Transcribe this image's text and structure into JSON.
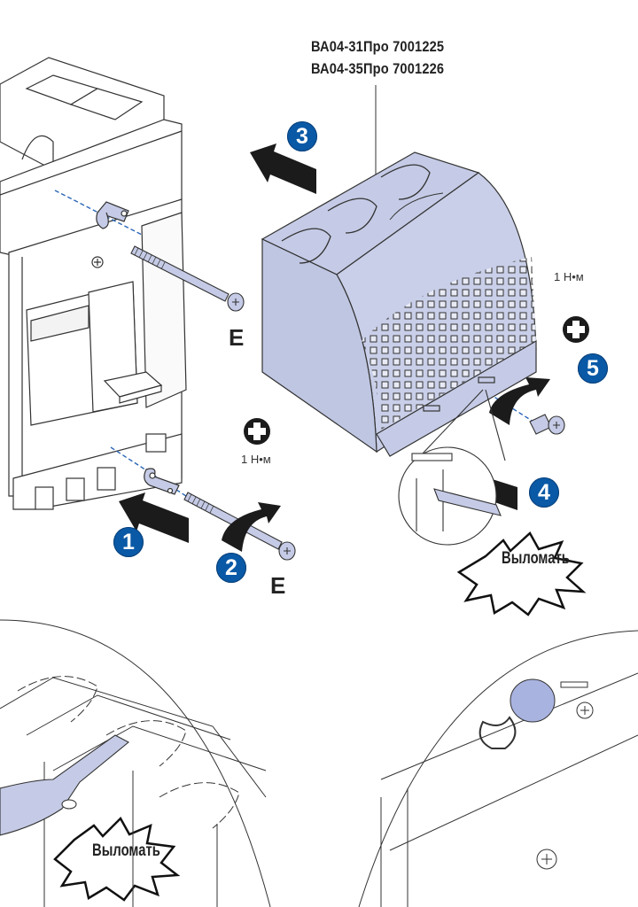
{
  "document": {
    "part_labels": [
      "ВА04-31Про 7001225",
      "ВА04-35Про 7001226"
    ],
    "torque_labels": {
      "upper_right": "1 Н•м",
      "center_left": "1 Н•м"
    },
    "steps": [
      {
        "number": "1",
        "meaning": "push bracket in direction of arrow"
      },
      {
        "number": "2",
        "meaning": "tighten screw"
      },
      {
        "number": "3",
        "meaning": "slide cover in direction of arrow"
      },
      {
        "number": "4",
        "meaning": "break out tab"
      },
      {
        "number": "5",
        "meaning": "tighten cover screw"
      }
    ],
    "screw_markers": [
      "E",
      "E"
    ],
    "break_out_labels": [
      "Выломать",
      "Выломать"
    ],
    "icons": {
      "screwdriver_tip": "pozidriv-icon",
      "direction_arrow": "arrow-icon",
      "rotation_arrow": "rotate-arrow-icon"
    },
    "colors": {
      "step_badge": "#0a59a6",
      "part_fill": "#c5cbe6",
      "line": "#222222",
      "dash_line": "#2a66b8"
    }
  }
}
